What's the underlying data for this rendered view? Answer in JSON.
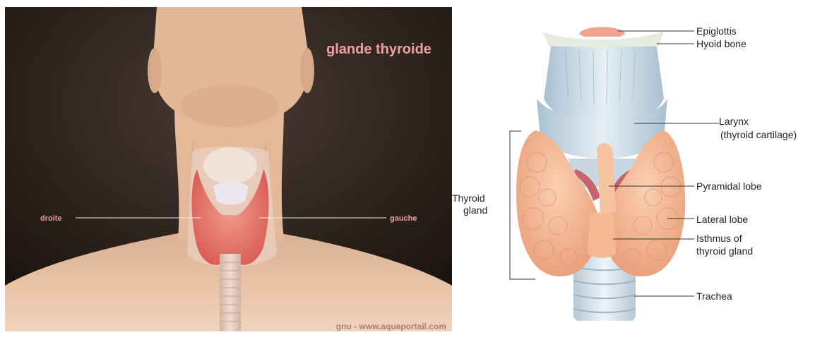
{
  "left": {
    "title": "glande thyroide",
    "label_left": "droite",
    "label_right": "gauche",
    "watermark": "gnu - www.aquaportail.com"
  },
  "right": {
    "labels": {
      "epiglottis": "Epiglottis",
      "hyoid": "Hyoid bone",
      "larynx_line1": "Larynx",
      "larynx_line2": "(thyroid cartilage)",
      "pyramidal": "Pyramidal lobe",
      "thyroid_line1": "Thyroid",
      "thyroid_line2": "gland",
      "lateral": "Lateral lobe",
      "isthmus_line1": "Isthmus of",
      "isthmus_line2": "thyroid gland",
      "trachea": "Trachea"
    }
  },
  "colors": {
    "background_dark": "#1c1612",
    "skin": "#e9c3a6",
    "thyroid_pink": "#e8786d",
    "cartilage_blue": "#c9dbe6",
    "gland_peach": "#f3b48f",
    "title_pink": "#f0a0a0"
  }
}
